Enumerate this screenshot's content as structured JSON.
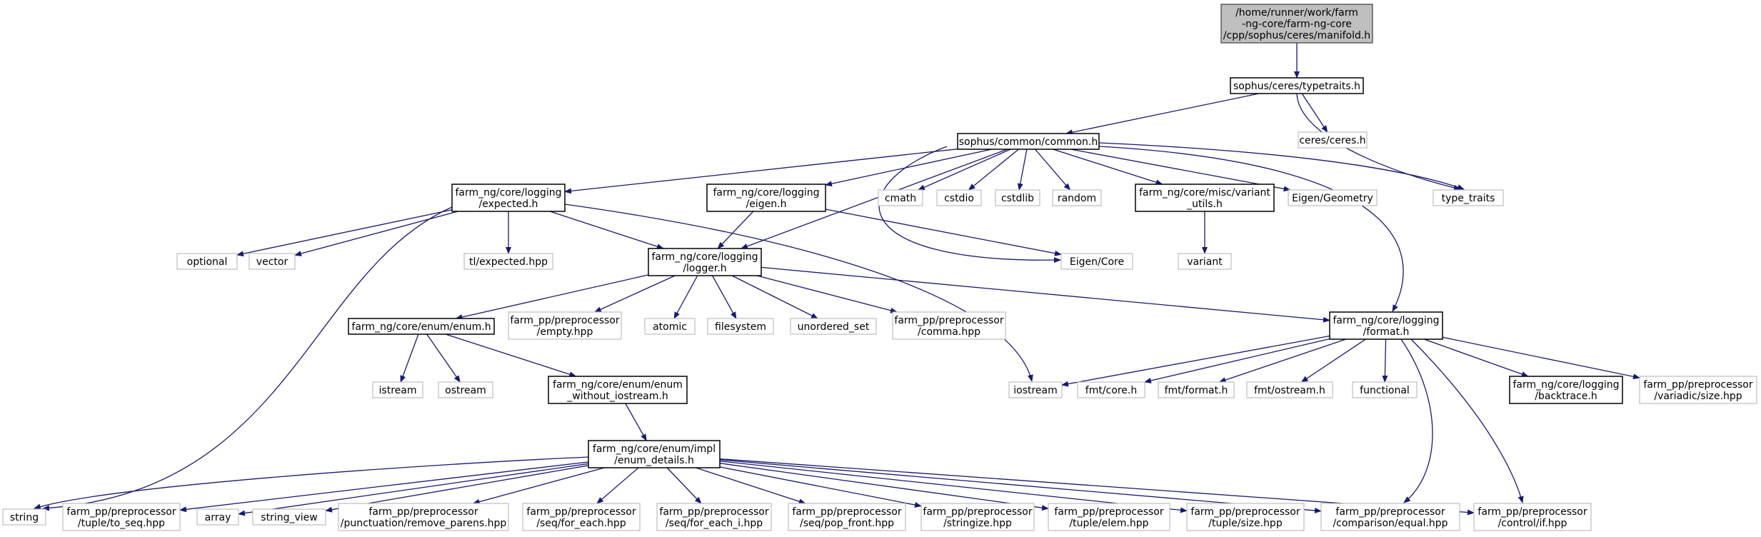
{
  "diagram": {
    "colors": {
      "edge": "#191970",
      "root_fill": "#bfbfbf",
      "root_border": "#404040",
      "documented_border": "#000000",
      "system_border": "#bfbfbf",
      "background": "#ffffff"
    },
    "nodes": [
      {
        "id": "root",
        "kind": "root",
        "lines": [
          "/home/runner/work/farm",
          "-ng-core/farm-ng-core",
          "/cpp/sophus/ceres/manifold.h"
        ]
      },
      {
        "id": "typetraits_h",
        "kind": "documented",
        "lines": [
          "sophus/ceres/typetraits.h"
        ]
      },
      {
        "id": "ceres_h",
        "kind": "system",
        "lines": [
          "ceres/ceres.h"
        ]
      },
      {
        "id": "common_h",
        "kind": "documented",
        "lines": [
          "sophus/common/common.h"
        ]
      },
      {
        "id": "type_traits",
        "kind": "system",
        "lines": [
          "type_traits"
        ]
      },
      {
        "id": "expected_h",
        "kind": "documented",
        "lines": [
          "farm_ng/core/logging",
          "/expected.h"
        ]
      },
      {
        "id": "eigen_h",
        "kind": "documented",
        "lines": [
          "farm_ng/core/logging",
          "/eigen.h"
        ]
      },
      {
        "id": "cmath",
        "kind": "system",
        "lines": [
          "cmath"
        ]
      },
      {
        "id": "cstdio",
        "kind": "system",
        "lines": [
          "cstdio"
        ]
      },
      {
        "id": "cstdlib",
        "kind": "system",
        "lines": [
          "cstdlib"
        ]
      },
      {
        "id": "random",
        "kind": "system",
        "lines": [
          "random"
        ]
      },
      {
        "id": "variant_utils_h",
        "kind": "documented",
        "lines": [
          "farm_ng/core/misc/variant",
          "_utils.h"
        ]
      },
      {
        "id": "eigen_geometry",
        "kind": "system",
        "lines": [
          "Eigen/Geometry"
        ]
      },
      {
        "id": "optional",
        "kind": "system",
        "lines": [
          "optional"
        ]
      },
      {
        "id": "vector",
        "kind": "system",
        "lines": [
          "vector"
        ]
      },
      {
        "id": "tl_expected",
        "kind": "system",
        "lines": [
          "tl/expected.hpp"
        ]
      },
      {
        "id": "logger_h",
        "kind": "documented",
        "lines": [
          "farm_ng/core/logging",
          "/logger.h"
        ]
      },
      {
        "id": "eigen_core",
        "kind": "system",
        "lines": [
          "Eigen/Core"
        ]
      },
      {
        "id": "variant",
        "kind": "system",
        "lines": [
          "variant"
        ]
      },
      {
        "id": "enum_h",
        "kind": "documented",
        "lines": [
          "farm_ng/core/enum/enum.h"
        ]
      },
      {
        "id": "pp_empty",
        "kind": "system",
        "lines": [
          "farm_pp/preprocessor",
          "/empty.hpp"
        ]
      },
      {
        "id": "atomic",
        "kind": "system",
        "lines": [
          "atomic"
        ]
      },
      {
        "id": "filesystem",
        "kind": "system",
        "lines": [
          "filesystem"
        ]
      },
      {
        "id": "unordered_set",
        "kind": "system",
        "lines": [
          "unordered_set"
        ]
      },
      {
        "id": "pp_comma",
        "kind": "system",
        "lines": [
          "farm_pp/preprocessor",
          "/comma.hpp"
        ]
      },
      {
        "id": "format_h",
        "kind": "documented",
        "lines": [
          "farm_ng/core/logging",
          "/format.h"
        ]
      },
      {
        "id": "istream",
        "kind": "system",
        "lines": [
          "istream"
        ]
      },
      {
        "id": "ostream",
        "kind": "system",
        "lines": [
          "ostream"
        ]
      },
      {
        "id": "enum_wo_iostream",
        "kind": "documented",
        "lines": [
          "farm_ng/core/enum/enum",
          "_without_iostream.h"
        ]
      },
      {
        "id": "iostream",
        "kind": "system",
        "lines": [
          "iostream"
        ]
      },
      {
        "id": "fmt_core",
        "kind": "system",
        "lines": [
          "fmt/core.h"
        ]
      },
      {
        "id": "fmt_format",
        "kind": "system",
        "lines": [
          "fmt/format.h"
        ]
      },
      {
        "id": "fmt_ostream",
        "kind": "system",
        "lines": [
          "fmt/ostream.h"
        ]
      },
      {
        "id": "functional",
        "kind": "system",
        "lines": [
          "functional"
        ]
      },
      {
        "id": "backtrace_h",
        "kind": "documented",
        "lines": [
          "farm_ng/core/logging",
          "/backtrace.h"
        ]
      },
      {
        "id": "pp_variadic_size",
        "kind": "system",
        "lines": [
          "farm_pp/preprocessor",
          "/variadic/size.hpp"
        ]
      },
      {
        "id": "enum_details_h",
        "kind": "documented",
        "lines": [
          "farm_ng/core/enum/impl",
          "/enum_details.h"
        ]
      },
      {
        "id": "string",
        "kind": "system",
        "lines": [
          "string"
        ]
      },
      {
        "id": "pp_to_seq",
        "kind": "system",
        "lines": [
          "farm_pp/preprocessor",
          "/tuple/to_seq.hpp"
        ]
      },
      {
        "id": "array",
        "kind": "system",
        "lines": [
          "array"
        ]
      },
      {
        "id": "string_view",
        "kind": "system",
        "lines": [
          "string_view"
        ]
      },
      {
        "id": "pp_remove_parens",
        "kind": "system",
        "lines": [
          "farm_pp/preprocessor",
          "/punctuation/remove_parens.hpp"
        ]
      },
      {
        "id": "pp_for_each",
        "kind": "system",
        "lines": [
          "farm_pp/preprocessor",
          "/seq/for_each.hpp"
        ]
      },
      {
        "id": "pp_for_each_i",
        "kind": "system",
        "lines": [
          "farm_pp/preprocessor",
          "/seq/for_each_i.hpp"
        ]
      },
      {
        "id": "pp_pop_front",
        "kind": "system",
        "lines": [
          "farm_pp/preprocessor",
          "/seq/pop_front.hpp"
        ]
      },
      {
        "id": "pp_stringize",
        "kind": "system",
        "lines": [
          "farm_pp/preprocessor",
          "/stringize.hpp"
        ]
      },
      {
        "id": "pp_tuple_elem",
        "kind": "system",
        "lines": [
          "farm_pp/preprocessor",
          "/tuple/elem.hpp"
        ]
      },
      {
        "id": "pp_tuple_size",
        "kind": "system",
        "lines": [
          "farm_pp/preprocessor",
          "/tuple/size.hpp"
        ]
      },
      {
        "id": "pp_equal",
        "kind": "system",
        "lines": [
          "farm_pp/preprocessor",
          "/comparison/equal.hpp"
        ]
      },
      {
        "id": "pp_if",
        "kind": "system",
        "lines": [
          "farm_pp/preprocessor",
          "/control/if.hpp"
        ]
      }
    ],
    "edges": [
      [
        "root",
        "typetraits_h"
      ],
      [
        "typetraits_h",
        "common_h"
      ],
      [
        "typetraits_h",
        "ceres_h"
      ],
      [
        "typetraits_h",
        "type_traits"
      ],
      [
        "common_h",
        "expected_h"
      ],
      [
        "common_h",
        "logger_h"
      ],
      [
        "common_h",
        "eigen_h"
      ],
      [
        "common_h",
        "eigen_core"
      ],
      [
        "common_h",
        "cmath"
      ],
      [
        "common_h",
        "cstdio"
      ],
      [
        "common_h",
        "cstdlib"
      ],
      [
        "common_h",
        "random"
      ],
      [
        "common_h",
        "variant_utils_h"
      ],
      [
        "common_h",
        "eigen_geometry"
      ],
      [
        "common_h",
        "type_traits"
      ],
      [
        "common_h",
        "format_h"
      ],
      [
        "expected_h",
        "optional"
      ],
      [
        "expected_h",
        "vector"
      ],
      [
        "expected_h",
        "tl_expected"
      ],
      [
        "expected_h",
        "logger_h"
      ],
      [
        "expected_h",
        "iostream"
      ],
      [
        "expected_h",
        "string"
      ],
      [
        "eigen_h",
        "logger_h"
      ],
      [
        "eigen_h",
        "eigen_core"
      ],
      [
        "variant_utils_h",
        "variant"
      ],
      [
        "logger_h",
        "enum_h"
      ],
      [
        "logger_h",
        "pp_empty"
      ],
      [
        "logger_h",
        "atomic"
      ],
      [
        "logger_h",
        "filesystem"
      ],
      [
        "logger_h",
        "unordered_set"
      ],
      [
        "logger_h",
        "pp_comma"
      ],
      [
        "logger_h",
        "format_h"
      ],
      [
        "enum_h",
        "istream"
      ],
      [
        "enum_h",
        "ostream"
      ],
      [
        "enum_h",
        "enum_wo_iostream"
      ],
      [
        "enum_wo_iostream",
        "enum_details_h"
      ],
      [
        "format_h",
        "iostream"
      ],
      [
        "format_h",
        "fmt_core"
      ],
      [
        "format_h",
        "fmt_format"
      ],
      [
        "format_h",
        "fmt_ostream"
      ],
      [
        "format_h",
        "functional"
      ],
      [
        "format_h",
        "backtrace_h"
      ],
      [
        "format_h",
        "pp_variadic_size"
      ],
      [
        "format_h",
        "pp_equal"
      ],
      [
        "format_h",
        "pp_if"
      ],
      [
        "enum_details_h",
        "string"
      ],
      [
        "enum_details_h",
        "pp_to_seq"
      ],
      [
        "enum_details_h",
        "array"
      ],
      [
        "enum_details_h",
        "string_view"
      ],
      [
        "enum_details_h",
        "pp_remove_parens"
      ],
      [
        "enum_details_h",
        "pp_for_each"
      ],
      [
        "enum_details_h",
        "pp_for_each_i"
      ],
      [
        "enum_details_h",
        "pp_pop_front"
      ],
      [
        "enum_details_h",
        "pp_stringize"
      ],
      [
        "enum_details_h",
        "pp_tuple_elem"
      ],
      [
        "enum_details_h",
        "pp_tuple_size"
      ],
      [
        "enum_details_h",
        "pp_equal"
      ],
      [
        "enum_details_h",
        "pp_if"
      ]
    ]
  }
}
